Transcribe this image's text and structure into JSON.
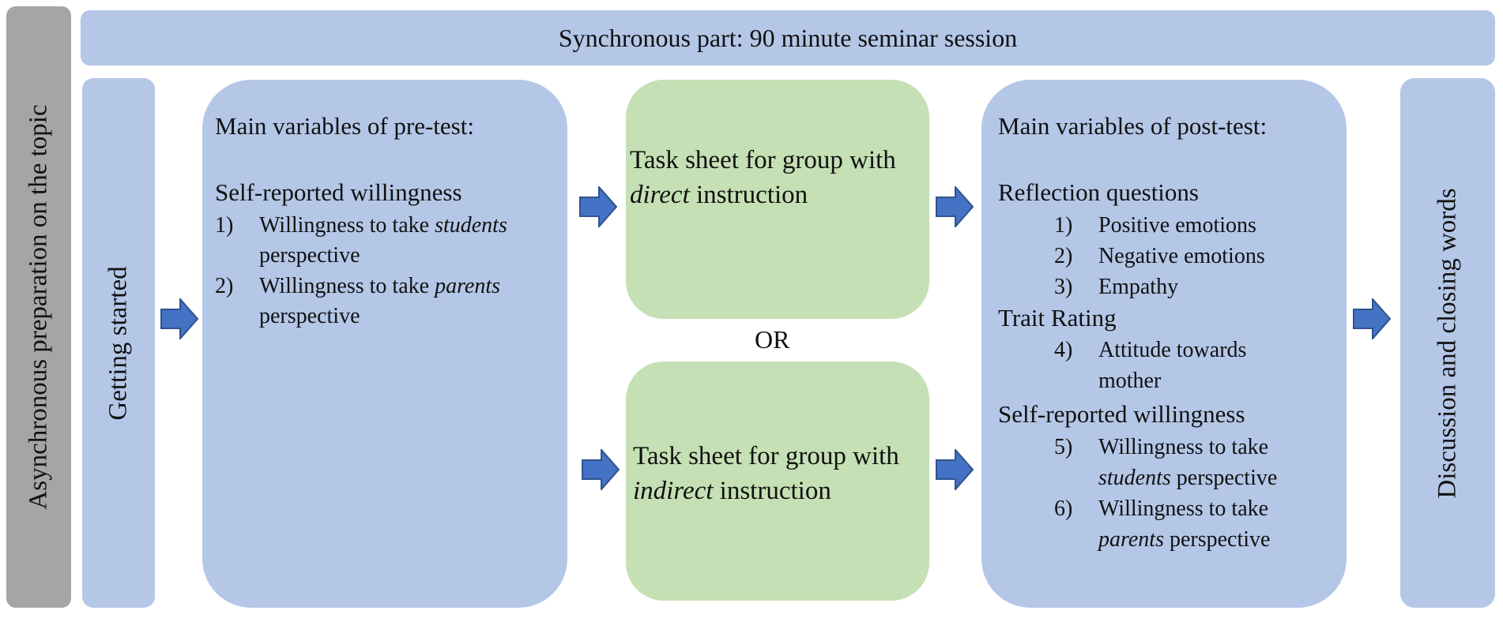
{
  "async_label": "Asynchronous preparation on the topic",
  "banner": "Synchronous part: 90 minute seminar session",
  "getting_started": "Getting started",
  "closing": "Discussion and closing words",
  "pre_test": {
    "title": "Main variables of pre-test:",
    "section": "Self-reported willingness",
    "items": [
      {
        "num": "1)",
        "pre": "Willingness to take ",
        "em": "students",
        "line2": "perspective"
      },
      {
        "num": "2)",
        "pre": "Willingness to take ",
        "em": "parents",
        "line2": "perspective"
      }
    ]
  },
  "task_direct": {
    "line1": "Task sheet for group with",
    "em": "direct",
    "rest": " instruction"
  },
  "or_label": "OR",
  "task_indirect": {
    "line1": "Task sheet for group with",
    "em": "indirect",
    "rest": " instruction"
  },
  "post_test": {
    "title": "Main variables of post-test:",
    "section1": "Reflection questions",
    "items1": [
      {
        "num": "1)",
        "text": "Positive emotions"
      },
      {
        "num": "2)",
        "text": "Negative emotions"
      },
      {
        "num": "3)",
        "text": "Empathy"
      }
    ],
    "section2": "Trait Rating",
    "item4": {
      "num": "4)",
      "line1": "Attitude towards",
      "line2": "mother"
    },
    "section3": "Self-reported willingness",
    "item5": {
      "num": "5)",
      "line1": "Willingness to take",
      "em": "students",
      "rest": " perspective"
    },
    "item6": {
      "num": "6)",
      "line1": "Willingness to take",
      "em": "parents",
      "rest": " perspective"
    }
  },
  "colors": {
    "blue_box": "#b4c7e7",
    "green_box": "#c5e0b4",
    "gray_bar": "#a5a5a5",
    "arrow": "#4472c4",
    "arrow_outline": "#2f528f"
  }
}
